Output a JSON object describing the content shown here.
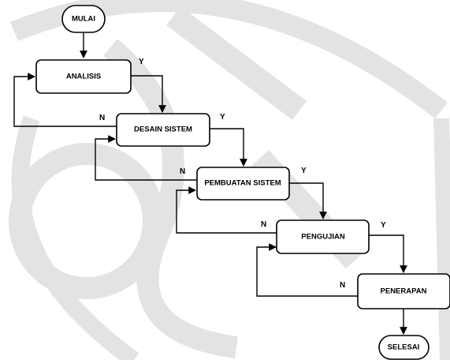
{
  "diagram": {
    "nodes": {
      "mulai": "MULAI",
      "analisis": "ANALISIS",
      "desain": "DESAIN SISTEM",
      "pembuatan": "PEMBUATAN SISTEM",
      "pengujian": "PENGUJIAN",
      "penerapan": "PENERAPAN",
      "selesai": "SELESAI"
    },
    "edges": {
      "yes_label": "Y",
      "no_label": "N"
    }
  },
  "colors": {
    "stroke": "#000000",
    "watermark": "#e3e3e3"
  }
}
